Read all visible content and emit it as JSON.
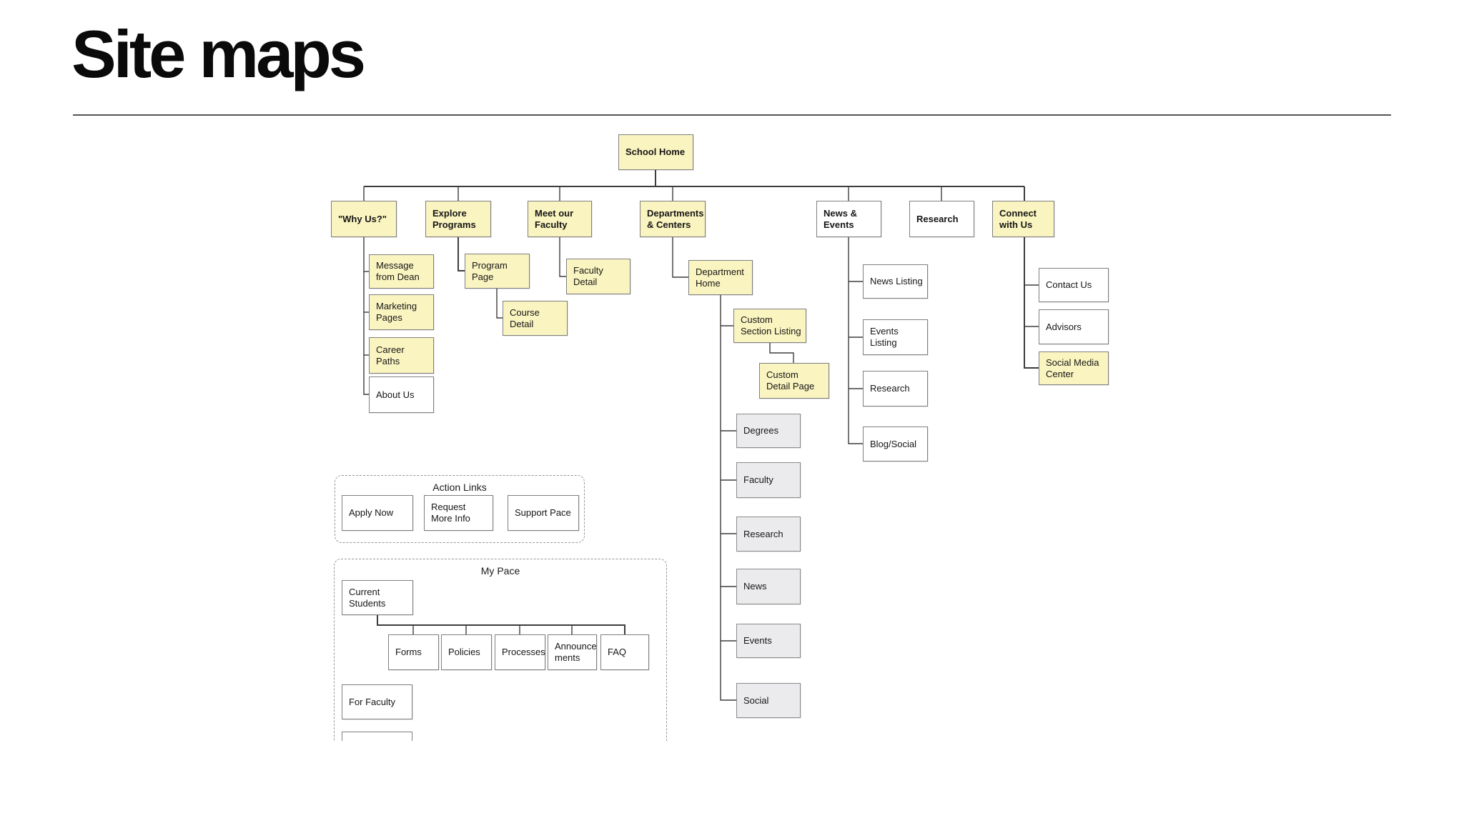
{
  "page": {
    "title": "Site maps"
  },
  "palette": {
    "node_yellow": "#faf4c0",
    "node_gray": "#ebebed",
    "node_white": "#ffffff",
    "node_border": "#7f7f7f",
    "connector_line": "#3d3d3d",
    "group_border": "#979797"
  },
  "groups": [
    {
      "id": "action-links",
      "label": "Action Links"
    },
    {
      "id": "my-pace",
      "label": "My Pace"
    }
  ],
  "nodes": [
    {
      "id": "school-home",
      "label": "School Home",
      "fill": "yellow",
      "bold": true
    },
    {
      "id": "why-us",
      "label": "\"Why Us?\"",
      "fill": "yellow",
      "bold": true
    },
    {
      "id": "explore-programs",
      "label": "Explore Programs",
      "fill": "yellow",
      "bold": true
    },
    {
      "id": "meet-our-faculty",
      "label": "Meet our Faculty",
      "fill": "yellow",
      "bold": true
    },
    {
      "id": "departments-centers",
      "label": "Departments & Centers",
      "fill": "yellow",
      "bold": true
    },
    {
      "id": "news-events",
      "label": "News & Events",
      "fill": "white",
      "bold": true
    },
    {
      "id": "research-top",
      "label": "Research",
      "fill": "white",
      "bold": true
    },
    {
      "id": "connect-with-us",
      "label": "Connect with Us",
      "fill": "yellow",
      "bold": true
    },
    {
      "id": "message-from-dean",
      "label": "Message from Dean",
      "fill": "yellow",
      "bold": false
    },
    {
      "id": "marketing-pages",
      "label": "Marketing Pages",
      "fill": "yellow",
      "bold": false
    },
    {
      "id": "career-paths",
      "label": "Career Paths",
      "fill": "yellow",
      "bold": false
    },
    {
      "id": "about-us",
      "label": "About Us",
      "fill": "white",
      "bold": false
    },
    {
      "id": "program-page",
      "label": "Program Page",
      "fill": "yellow",
      "bold": false
    },
    {
      "id": "course-detail",
      "label": "Course Detail",
      "fill": "yellow",
      "bold": false
    },
    {
      "id": "faculty-detail",
      "label": "Faculty Detail",
      "fill": "yellow",
      "bold": false
    },
    {
      "id": "department-home",
      "label": "Department Home",
      "fill": "yellow",
      "bold": false
    },
    {
      "id": "custom-section-listing",
      "label": "Custom Section Listing",
      "fill": "yellow",
      "bold": false
    },
    {
      "id": "custom-detail-page",
      "label": "Custom Detail Page",
      "fill": "yellow",
      "bold": false
    },
    {
      "id": "degrees",
      "label": "Degrees",
      "fill": "gray",
      "bold": false
    },
    {
      "id": "dept-faculty",
      "label": "Faculty",
      "fill": "gray",
      "bold": false
    },
    {
      "id": "dept-research",
      "label": "Research",
      "fill": "gray",
      "bold": false
    },
    {
      "id": "dept-news",
      "label": "News",
      "fill": "gray",
      "bold": false
    },
    {
      "id": "dept-events",
      "label": "Events",
      "fill": "gray",
      "bold": false
    },
    {
      "id": "dept-social",
      "label": "Social",
      "fill": "gray",
      "bold": false
    },
    {
      "id": "news-listing",
      "label": "News Listing",
      "fill": "white",
      "bold": false
    },
    {
      "id": "events-listing",
      "label": "Events Listing",
      "fill": "white",
      "bold": false
    },
    {
      "id": "ne-research",
      "label": "Research",
      "fill": "white",
      "bold": false
    },
    {
      "id": "blog-social",
      "label": "Blog/Social",
      "fill": "white",
      "bold": false
    },
    {
      "id": "contact-us",
      "label": "Contact Us",
      "fill": "white",
      "bold": false
    },
    {
      "id": "advisors",
      "label": "Advisors",
      "fill": "white",
      "bold": false
    },
    {
      "id": "social-media-center",
      "label": "Social Media Center",
      "fill": "yellow",
      "bold": false
    },
    {
      "id": "apply-now",
      "label": "Apply Now",
      "fill": "white",
      "bold": false
    },
    {
      "id": "request-more-info",
      "label": "Request More Info",
      "fill": "white",
      "bold": false
    },
    {
      "id": "support-pace",
      "label": "Support Pace",
      "fill": "white",
      "bold": false
    },
    {
      "id": "current-students",
      "label": "Current Students",
      "fill": "white",
      "bold": false
    },
    {
      "id": "forms",
      "label": "Forms",
      "fill": "white",
      "bold": false
    },
    {
      "id": "policies",
      "label": "Policies",
      "fill": "white",
      "bold": false
    },
    {
      "id": "announcements-sibling-processes",
      "label": "Processes",
      "fill": "white",
      "bold": false
    },
    {
      "id": "announcements",
      "label": "Announce ments",
      "fill": "white",
      "bold": false
    },
    {
      "id": "faq",
      "label": "FAQ",
      "fill": "white",
      "bold": false
    },
    {
      "id": "for-faculty",
      "label": "For Faculty",
      "fill": "white",
      "bold": false
    },
    {
      "id": "cut-box",
      "label": "",
      "fill": "white",
      "bold": false
    }
  ],
  "edges": [
    [
      "school-home",
      "why-us"
    ],
    [
      "school-home",
      "explore-programs"
    ],
    [
      "school-home",
      "meet-our-faculty"
    ],
    [
      "school-home",
      "departments-centers"
    ],
    [
      "school-home",
      "news-events"
    ],
    [
      "school-home",
      "research-top"
    ],
    [
      "school-home",
      "connect-with-us"
    ],
    [
      "why-us",
      "message-from-dean"
    ],
    [
      "why-us",
      "marketing-pages"
    ],
    [
      "why-us",
      "career-paths"
    ],
    [
      "why-us",
      "about-us"
    ],
    [
      "explore-programs",
      "program-page"
    ],
    [
      "program-page",
      "course-detail"
    ],
    [
      "meet-our-faculty",
      "faculty-detail"
    ],
    [
      "departments-centers",
      "department-home"
    ],
    [
      "department-home",
      "custom-section-listing"
    ],
    [
      "custom-section-listing",
      "custom-detail-page"
    ],
    [
      "department-home",
      "degrees"
    ],
    [
      "department-home",
      "dept-faculty"
    ],
    [
      "department-home",
      "dept-research"
    ],
    [
      "department-home",
      "dept-news"
    ],
    [
      "department-home",
      "dept-events"
    ],
    [
      "department-home",
      "dept-social"
    ],
    [
      "news-events",
      "news-listing"
    ],
    [
      "news-events",
      "events-listing"
    ],
    [
      "news-events",
      "ne-research"
    ],
    [
      "news-events",
      "blog-social"
    ],
    [
      "connect-with-us",
      "contact-us"
    ],
    [
      "connect-with-us",
      "advisors"
    ],
    [
      "connect-with-us",
      "social-media-center"
    ],
    [
      "current-students",
      "forms"
    ],
    [
      "current-students",
      "policies"
    ],
    [
      "current-students",
      "announcements-sibling-processes"
    ],
    [
      "current-students",
      "announcements"
    ],
    [
      "current-students",
      "faq"
    ]
  ]
}
